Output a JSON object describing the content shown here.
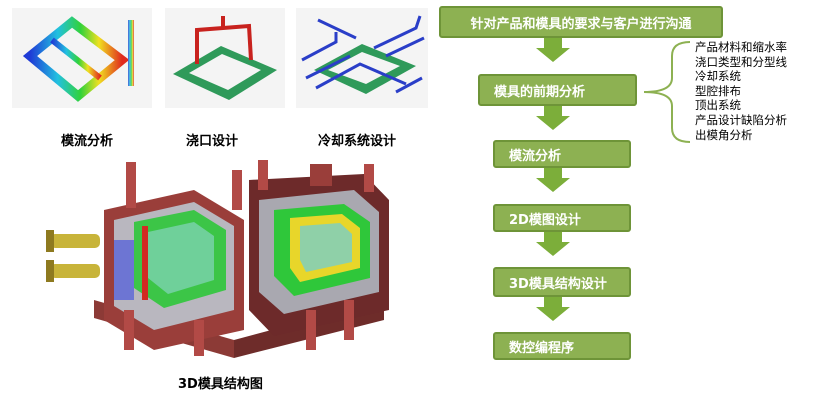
{
  "thumbnails": [
    {
      "caption": "模流分析"
    },
    {
      "caption": "浇口设计"
    },
    {
      "caption": "冷却系统设计"
    }
  ],
  "mold_image": {
    "caption": "3D模具结构图"
  },
  "flow": {
    "steps": [
      "针对产品和模具的要求与客户进行沟通",
      "模具的前期分析",
      "模流分析",
      "2D模图设计",
      "3D模具结构设计",
      "数控编程序"
    ],
    "notes": [
      "产品材料和缩水率",
      "浇口类型和分型线",
      "冷却系统",
      "型腔排布",
      "顶出系统",
      "产品设计缺陷分析",
      "出模角分析"
    ]
  },
  "colors": {
    "box_fill": "#8db152",
    "box_border": "#6e9438",
    "arrow": "#7cae3a",
    "brace": "#8db152"
  }
}
